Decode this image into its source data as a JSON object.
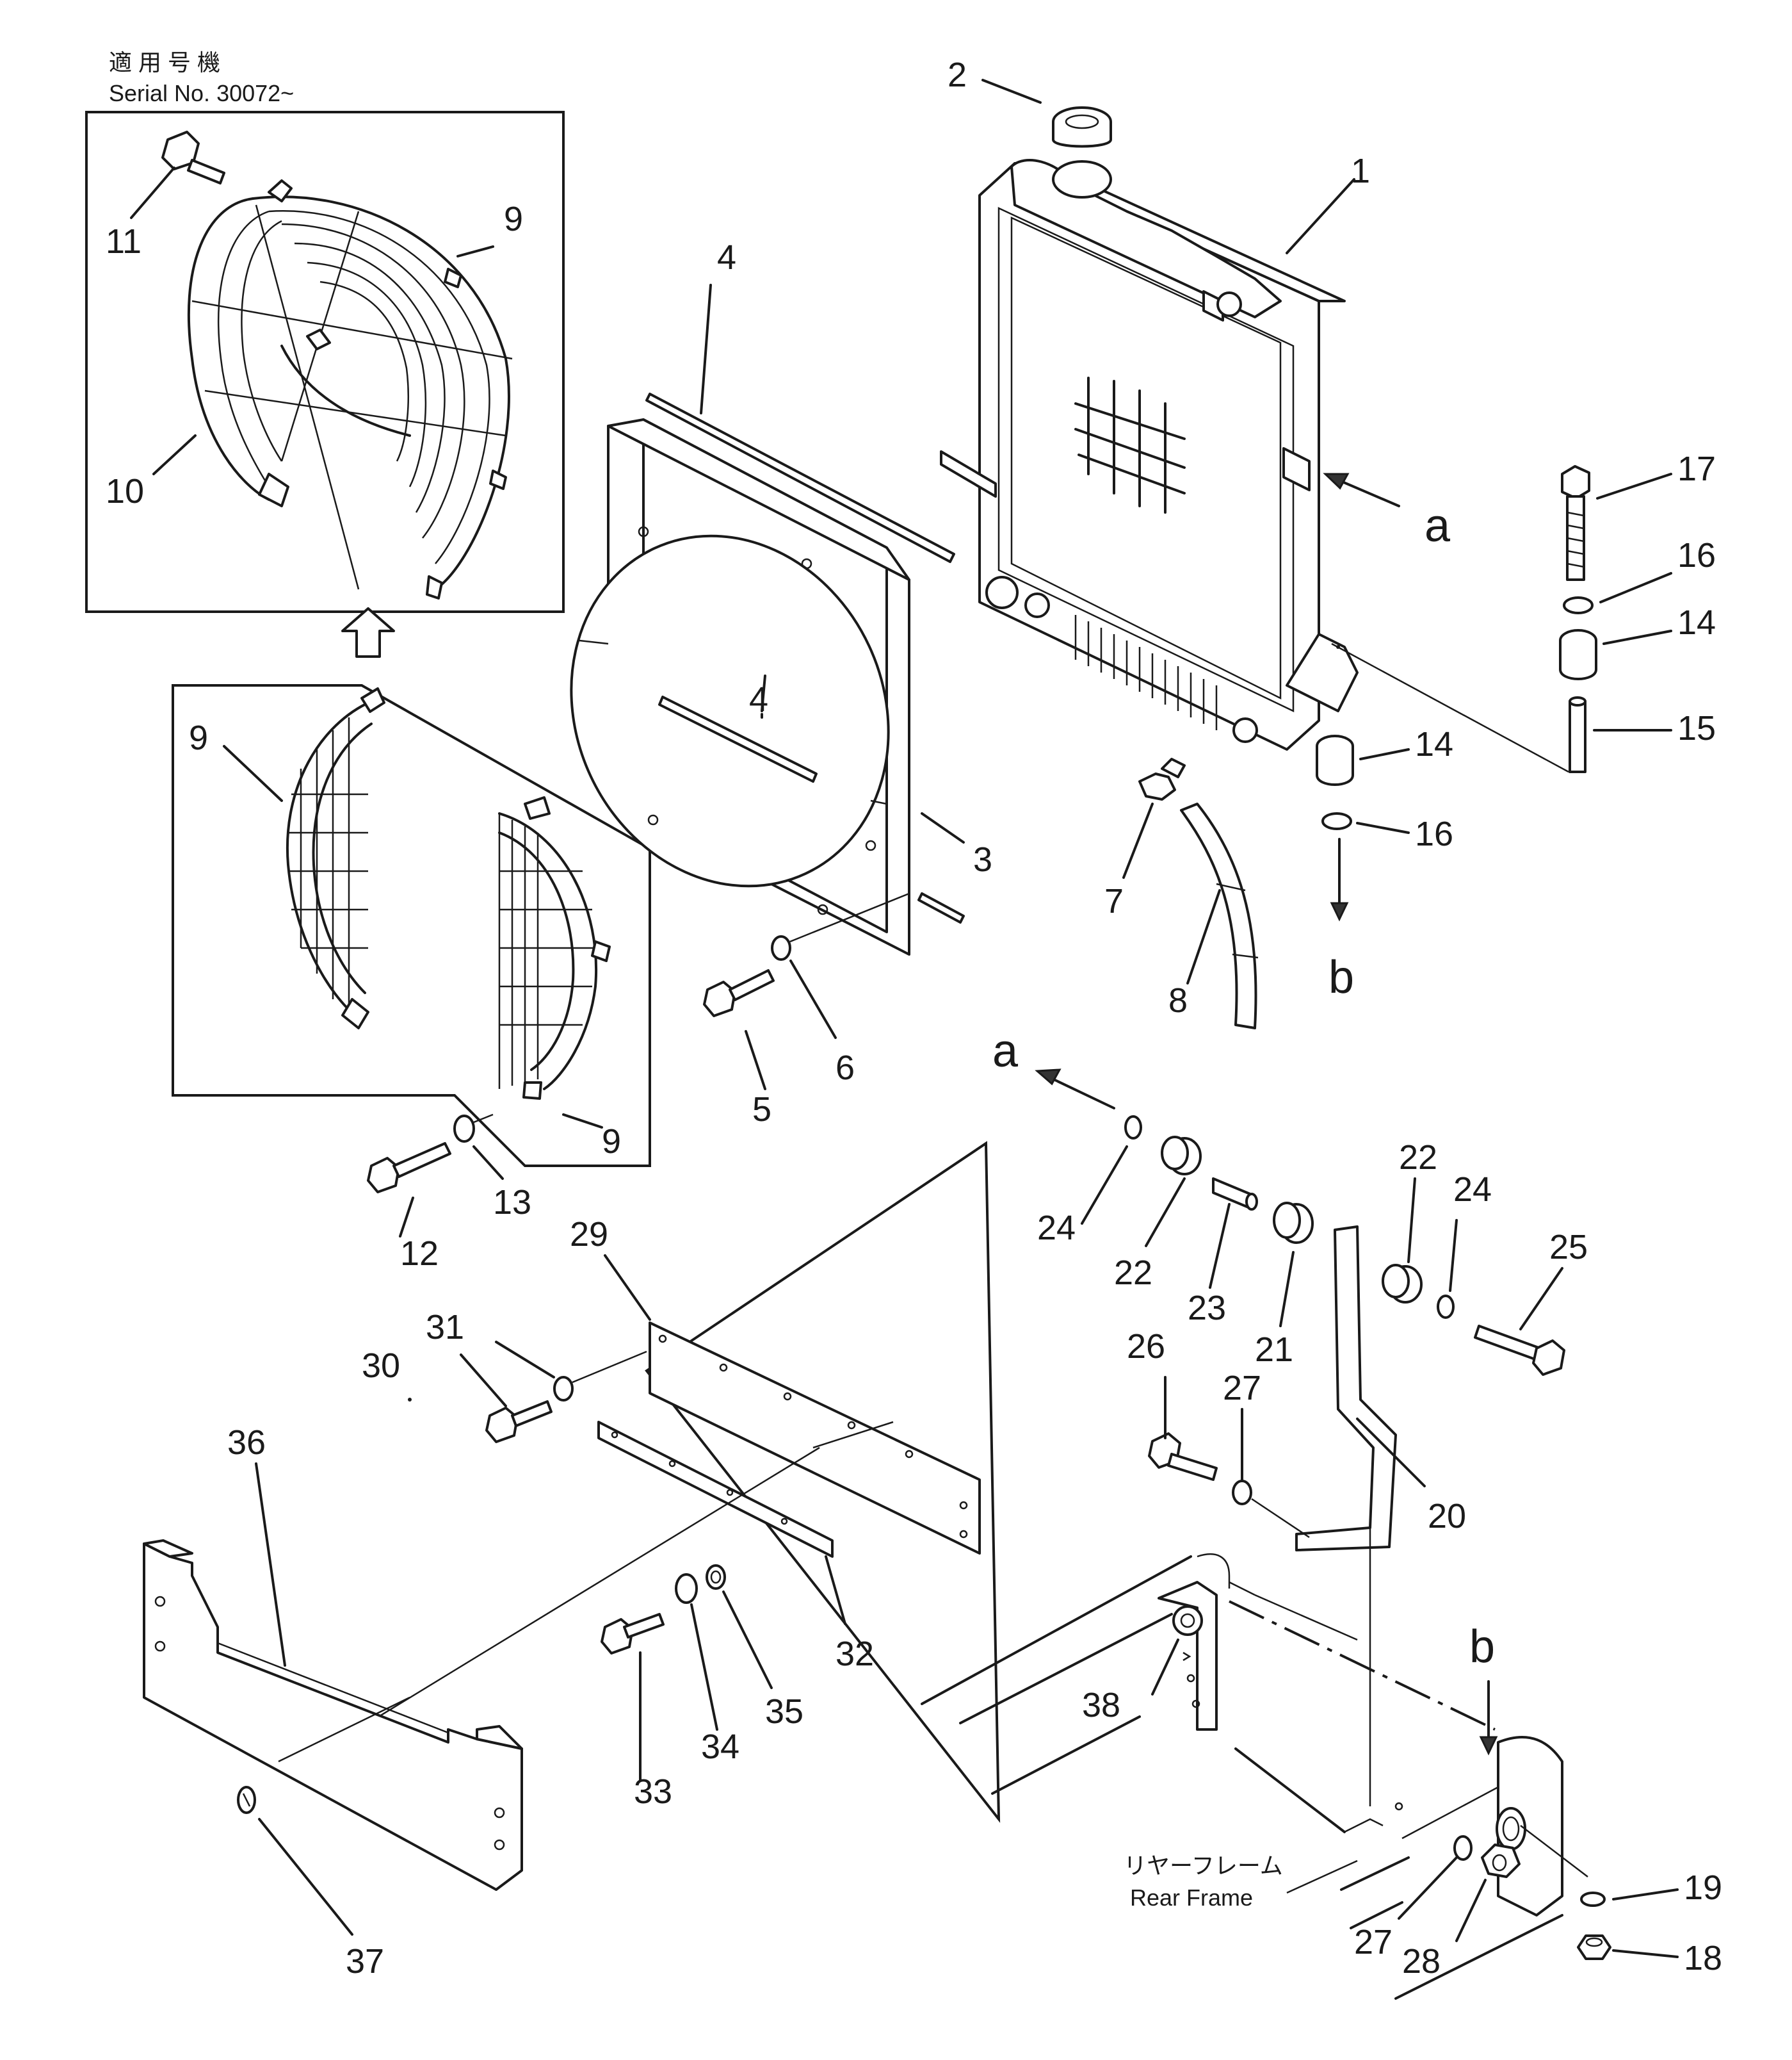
{
  "serial_note": {
    "jp": "適 用 号 機",
    "en": "Serial No. 30072~"
  },
  "frame_note": {
    "jp": "リヤーフレーム",
    "en": "Rear Frame"
  },
  "refs": {
    "a_top": "a",
    "a_mid": "a",
    "b_top": "b",
    "b_bottom": "b"
  },
  "callouts": {
    "c1": "1",
    "c2": "2",
    "c3": "3",
    "c4a": "4",
    "c4b": "4",
    "c5": "5",
    "c6": "6",
    "c7": "7",
    "c8": "8",
    "c9a": "9",
    "c9b": "9",
    "c9c": "9",
    "c10": "10",
    "c11": "11",
    "c12": "12",
    "c13": "13",
    "c14a": "14",
    "c14b": "14",
    "c15": "15",
    "c16a": "16",
    "c16b": "16",
    "c17": "17",
    "c18": "18",
    "c19": "19",
    "c20": "20",
    "c21": "21",
    "c22a": "22",
    "c22b": "22",
    "c23": "23",
    "c24a": "24",
    "c24b": "24",
    "c25": "25",
    "c26": "26",
    "c27a": "27",
    "c27b": "27",
    "c28": "28",
    "c29": "29",
    "c30": "30",
    "c31": "31",
    "c32": "32",
    "c33": "33",
    "c34": "34",
    "c35": "35",
    "c36": "36",
    "c37": "37",
    "c38": "38"
  },
  "icons": {
    "up_arrow": "up-arrow-icon"
  }
}
